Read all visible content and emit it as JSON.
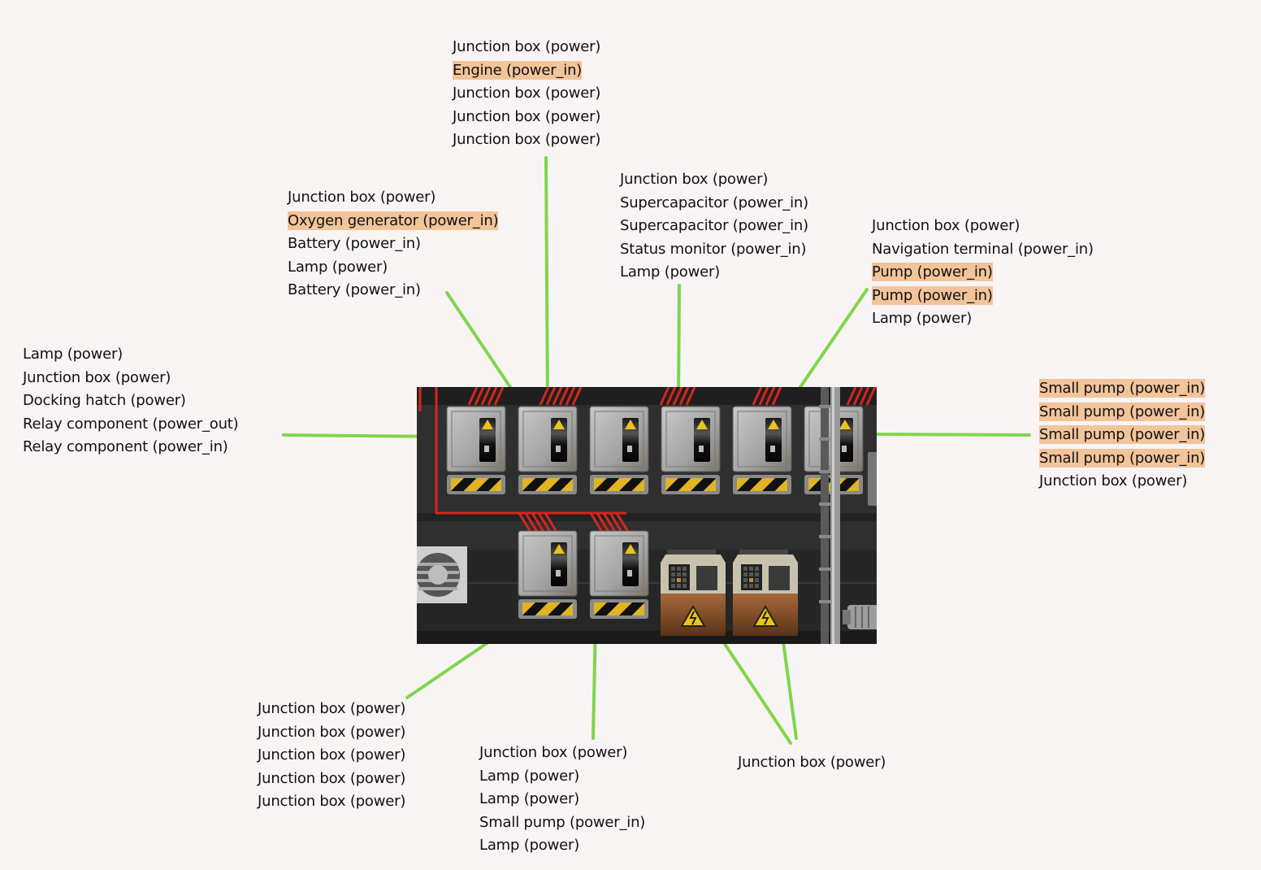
{
  "colors": {
    "background": "#f9f4f4",
    "highlight": "#f2c49a",
    "connector": "#7ed64a",
    "wire": "#d3261e",
    "panel_bg": "#2b2b2b"
  },
  "scene": {
    "description": "In-game screenshot of a submarine power room with junction boxes, relays and a ladder",
    "junction_boxes_top_row": 6,
    "junction_boxes_bottom_row": 2,
    "relay_units": 2
  },
  "groups": [
    {
      "id": "top-center",
      "target": "junction-box-top-2",
      "items": [
        {
          "text": "Junction box (power)",
          "highlight": false
        },
        {
          "text": "Engine (power_in)",
          "highlight": true
        },
        {
          "text": "Junction box (power)",
          "highlight": false
        },
        {
          "text": "Junction box (power)",
          "highlight": false
        },
        {
          "text": "Junction box (power)",
          "highlight": false
        }
      ]
    },
    {
      "id": "top-left",
      "target": "junction-box-top-2",
      "items": [
        {
          "text": "Junction box (power)",
          "highlight": false
        },
        {
          "text": "Oxygen generator (power_in)",
          "highlight": true
        },
        {
          "text": "Battery (power_in)",
          "highlight": false
        },
        {
          "text": "Lamp (power)",
          "highlight": false
        },
        {
          "text": "Battery (power_in)",
          "highlight": false
        }
      ]
    },
    {
      "id": "top-middle-right",
      "target": "junction-box-top-4",
      "items": [
        {
          "text": "Junction box (power)",
          "highlight": false
        },
        {
          "text": "Supercapacitor (power_in)",
          "highlight": false
        },
        {
          "text": "Supercapacitor (power_in)",
          "highlight": false
        },
        {
          "text": "Status monitor (power_in)",
          "highlight": false
        },
        {
          "text": "Lamp (power)",
          "highlight": false
        }
      ]
    },
    {
      "id": "top-right",
      "target": "junction-box-top-5",
      "items": [
        {
          "text": "Junction box (power)",
          "highlight": false
        },
        {
          "text": "Navigation terminal (power_in)",
          "highlight": false
        },
        {
          "text": "Pump (power_in)",
          "highlight": true
        },
        {
          "text": "Pump (power_in)",
          "highlight": true
        },
        {
          "text": "Lamp (power)",
          "highlight": false
        }
      ]
    },
    {
      "id": "left",
      "target": "junction-box-top-1",
      "items": [
        {
          "text": "Lamp (power)",
          "highlight": false
        },
        {
          "text": "Junction box (power)",
          "highlight": false
        },
        {
          "text": "Docking hatch (power)",
          "highlight": false
        },
        {
          "text": "Relay component (power_out)",
          "highlight": false
        },
        {
          "text": "Relay component (power_in)",
          "highlight": false
        }
      ]
    },
    {
      "id": "right",
      "target": "junction-box-top-6",
      "items": [
        {
          "text": "Small pump (power_in)",
          "highlight": true
        },
        {
          "text": "Small pump (power_in)",
          "highlight": true
        },
        {
          "text": "Small pump (power_in)",
          "highlight": true
        },
        {
          "text": "Small pump (power_in)",
          "highlight": true
        },
        {
          "text": "Junction box (power)",
          "highlight": false
        }
      ]
    },
    {
      "id": "bottom-left",
      "target": "junction-box-bottom-1",
      "items": [
        {
          "text": "Junction box (power)",
          "highlight": false
        },
        {
          "text": "Junction box (power)",
          "highlight": false
        },
        {
          "text": "Junction box (power)",
          "highlight": false
        },
        {
          "text": "Junction box (power)",
          "highlight": false
        },
        {
          "text": "Junction box (power)",
          "highlight": false
        }
      ]
    },
    {
      "id": "bottom-middle",
      "target": "junction-box-bottom-2",
      "items": [
        {
          "text": "Junction box (power)",
          "highlight": false
        },
        {
          "text": "Lamp (power)",
          "highlight": false
        },
        {
          "text": "Lamp (power)",
          "highlight": false
        },
        {
          "text": "Small pump (power_in)",
          "highlight": false
        },
        {
          "text": "Lamp (power)",
          "highlight": false
        }
      ]
    },
    {
      "id": "bottom-right",
      "target": "relay-units",
      "items": [
        {
          "text": "Junction box (power)",
          "highlight": false
        }
      ]
    }
  ]
}
